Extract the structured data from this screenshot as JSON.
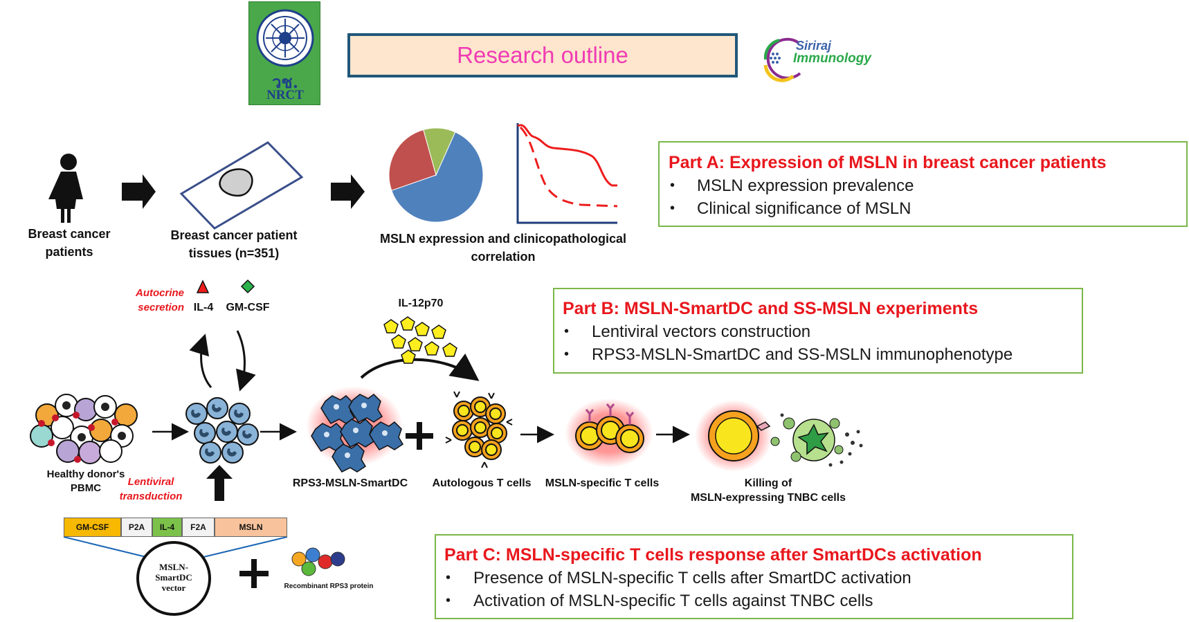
{
  "title": "Research outline",
  "logos": {
    "nrct_thai": "วช.",
    "nrct": "NRCT",
    "siriraj_line1": "Siriraj",
    "siriraj_line2": "Immunology"
  },
  "part_a": {
    "title": "Part A: Expression of MSLN in breast cancer patients",
    "items": [
      "MSLN expression prevalence",
      "Clinical significance of MSLN"
    ]
  },
  "part_b": {
    "title": "Part B: MSLN-SmartDC and SS-MSLN experiments",
    "items": [
      "Lentiviral vectors construction",
      "RPS3-MSLN-SmartDC and SS-MSLN immunophenotype"
    ]
  },
  "part_c": {
    "title": "Part C: MSLN-specific T cells response after SmartDCs activation",
    "items": [
      "Presence of MSLN-specific T cells after SmartDC activation",
      "Activation of MSLN-specific T cells against TNBC cells"
    ]
  },
  "labels": {
    "patients_1": "Breast cancer",
    "patients_2": "patients",
    "tissues_1": "Breast cancer patient",
    "tissues_2": "tissues (n=351)",
    "msln_corr_1": "MSLN expression and clinicopathological",
    "msln_corr_2": "correlation",
    "autocrine_1": "Autocrine",
    "autocrine_2": "secretion",
    "il4": "IL-4",
    "gmcsf": "GM-CSF",
    "il12": "IL-12p70",
    "pbmc_1": "Healthy donor's",
    "pbmc_2": "PBMC",
    "lenti_1": "Lentiviral",
    "lenti_2": "transduction",
    "smartdc": "RPS3-MSLN-SmartDC",
    "auto_t": "Autologous T cells",
    "msln_t": "MSLN-specific T cells",
    "killing_1": "Killing of",
    "killing_2": "MSLN-expressing TNBC cells",
    "vector_1": "MSLN-",
    "vector_2": "SmartDC",
    "vector_3": "vector",
    "rps3": "Recombinant RPS3 protein"
  },
  "vector_segments": [
    "GM-CSF",
    "P2A",
    "IL-4",
    "F2A",
    "MSLN"
  ],
  "colors": {
    "title_text": "#f03bb4",
    "title_bg": "#fde6cd",
    "title_border": "#21577a",
    "part_border": "#7ab648",
    "part_title": "#e8171d",
    "nrct_green": "#4aa84a"
  },
  "pie_chart": {
    "slices": [
      {
        "color": "#4f81bd",
        "fraction": 0.63
      },
      {
        "color": "#c0504d",
        "fraction": 0.26
      },
      {
        "color": "#9bbb59",
        "fraction": 0.11
      }
    ]
  }
}
